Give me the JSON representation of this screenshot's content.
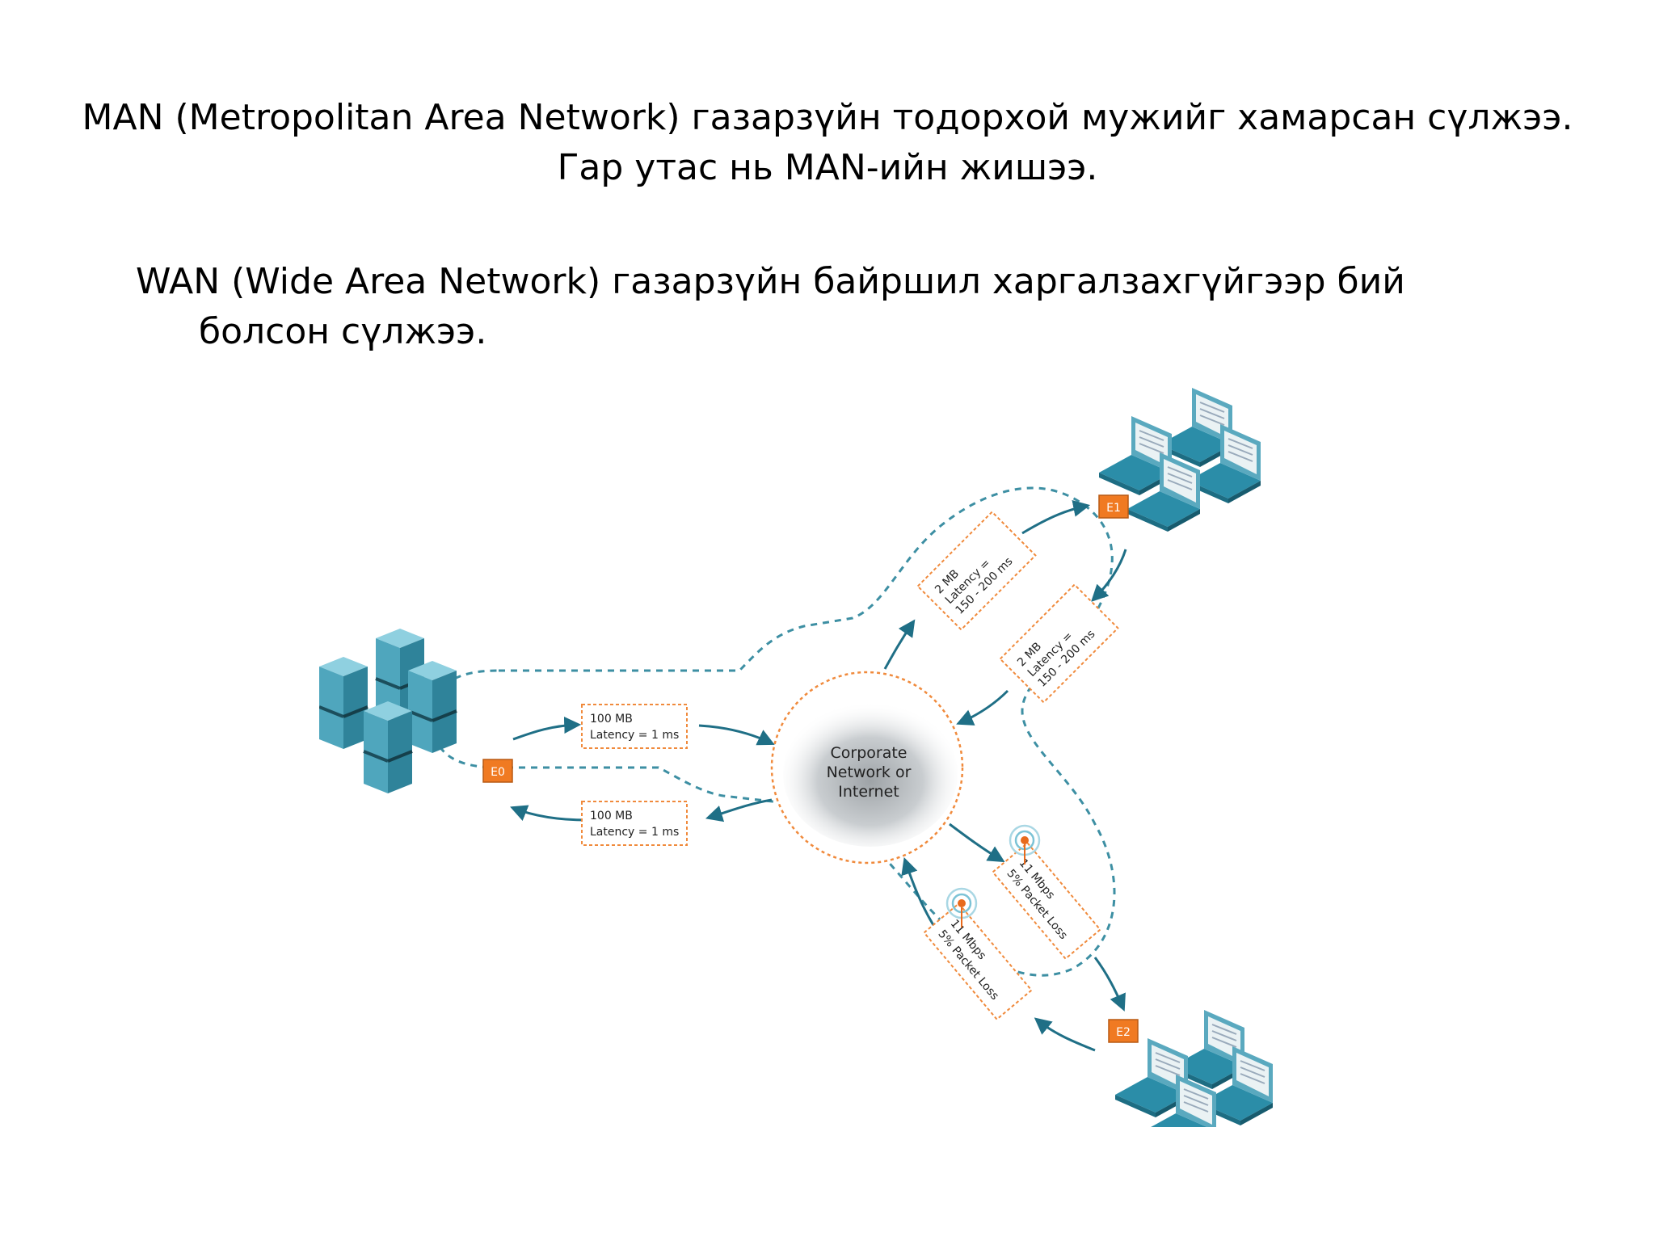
{
  "slide": {
    "man_line1": "MAN (Metropolitan Area Network) газарзүйн тодорхой мужийг хамарсан сүлжээ.",
    "man_line2": "Гар утас нь MAN-ийн жишээ.",
    "wan_text": "WAN (Wide Area Network) газарзүйн байршил харгалзахгүйгээр бий болсон сүлжээ."
  },
  "diagram": {
    "cloud_label": [
      "Corporate",
      "Network or",
      "Internet"
    ],
    "edges": {
      "e0": "E0",
      "e1": "E1",
      "e2": "E2"
    },
    "links": {
      "e0_out": [
        "100 MB",
        "Latency = 1 ms"
      ],
      "e0_in": [
        "100 MB",
        "Latency = 1 ms"
      ],
      "e1_out": [
        "2 MB",
        "Latency =",
        "150 - 200 ms"
      ],
      "e1_in": [
        "2 MB",
        "Latency =",
        "150 - 200 ms"
      ],
      "e2_out": [
        "11 Mbps",
        "5% Packet Loss"
      ],
      "e2_in": [
        "11 Mbps",
        "5% Packet Loss"
      ]
    },
    "colors": {
      "dashed_outline": "#3d8fa3",
      "arrow": "#1f6f86",
      "label_border": "#f08a3c",
      "edge_box": "#f07a22",
      "server": "#5fb3c9",
      "laptop": "#2b8da8",
      "cloud": "#bfc3c6"
    }
  }
}
